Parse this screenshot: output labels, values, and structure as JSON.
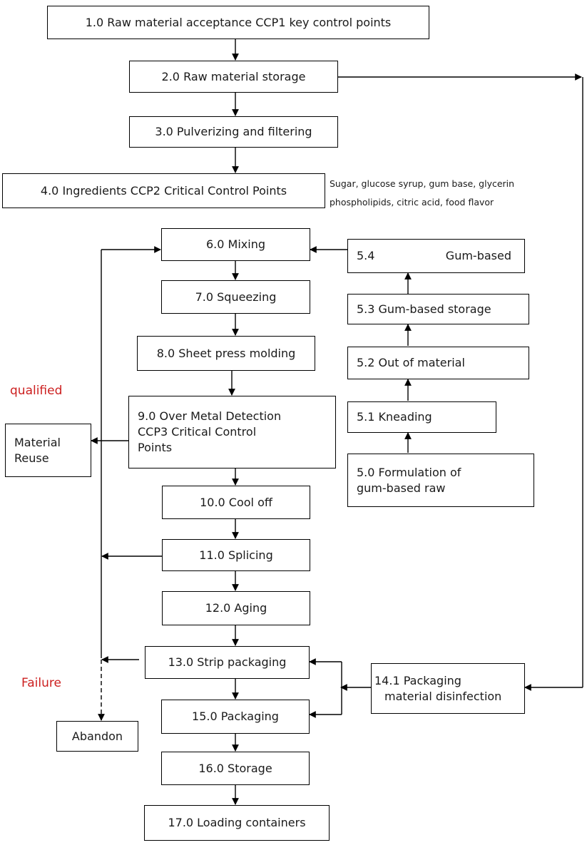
{
  "steps": {
    "s1": "1.0 Raw material acceptance CCP1 key control points",
    "s2": "2.0 Raw material storage",
    "s3": "3.0 Pulverizing and filtering",
    "s4": "4.0 Ingredients CCP2 Critical Control Points",
    "s6": "6.0 Mixing",
    "s7": "7.0 Squeezing",
    "s8": "8.0 Sheet press molding",
    "s9_line1": "9.0 Over Metal Detection",
    "s9_line2": "CCP3 Critical Control",
    "s9_line3": "Points",
    "s10": "10.0 Cool off",
    "s11": "11.0 Splicing",
    "s12": "12.0 Aging",
    "s13": "13.0 Strip packaging",
    "s15": "15.0    Packaging",
    "s16": "16.0    Storage",
    "s17": "17.0 Loading containers",
    "s50_line1": "5.0 Formulation of",
    "s50_line2": "gum-based raw",
    "s51": "5.1 Kneading",
    "s52": "5.2 Out of material",
    "s53": "5.3 Gum-based storage",
    "s54_num": "5.4",
    "s54_label": "Gum-based",
    "s141_line1": "14.1 Packaging",
    "s141_line2": "material disinfection",
    "reuse_line1": "Material",
    "reuse_line2": "Reuse",
    "abandon": "Abandon"
  },
  "ingredients_note": {
    "line1": "Sugar, glucose syrup, gum base, glycerin",
    "line2": "phospholipids, citric acid, food flavor"
  },
  "labels": {
    "qualified": "qualified",
    "failure": "Failure"
  }
}
